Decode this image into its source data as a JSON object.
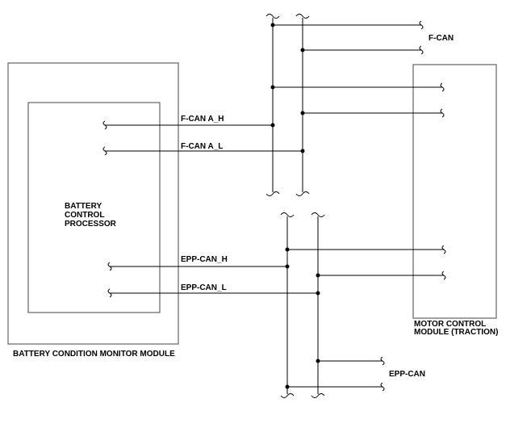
{
  "modules": {
    "bcm": {
      "label": "BATTERY CONDITION MONITOR MODULE"
    },
    "processor": {
      "label_lines": [
        "BATTERY",
        "CONTROL",
        "PROCESSOR"
      ]
    },
    "mcm": {
      "label_lines": [
        "MOTOR CONTROL",
        "MODULE (TRACTION)"
      ]
    }
  },
  "networks": {
    "fcan": {
      "label": "F-CAN"
    },
    "eppcan": {
      "label": "EPP-CAN"
    }
  },
  "signals": {
    "fcan_a_h": "F-CAN A_H",
    "fcan_a_l": "F-CAN A_L",
    "epp_can_h": "EPP-CAN_H",
    "epp_can_l": "EPP-CAN_L"
  }
}
